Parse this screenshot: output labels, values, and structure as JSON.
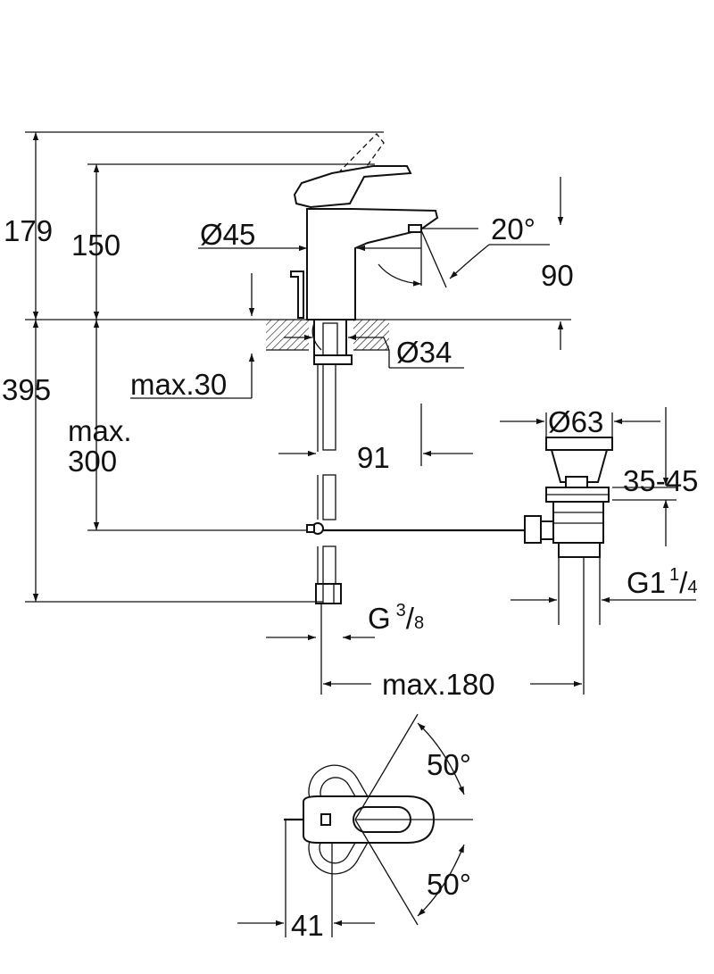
{
  "dimensions": {
    "total_height": "179",
    "spout_height": "150",
    "body_diameter": "Ø45",
    "lever_angle": "20°",
    "spout_reach": "90",
    "hole_diameter": "Ø34",
    "max_deck_thickness": "max.30",
    "max_below_label": "max.",
    "max_below_value": "300",
    "below_height": "395",
    "hose_offset": "91",
    "waste_head_diameter": "Ø63",
    "waste_range": "35-45",
    "waste_thread_main": "G1",
    "waste_thread_num": "1",
    "waste_thread_den": "4",
    "hose_thread_main": "G",
    "hose_thread_num": "3",
    "hose_thread_den": "8",
    "max_spread": "max.180",
    "rotation_up": "50°",
    "rotation_down": "50°",
    "lever_length": "41"
  },
  "colors": {
    "line": "#111111",
    "background": "#ffffff"
  }
}
